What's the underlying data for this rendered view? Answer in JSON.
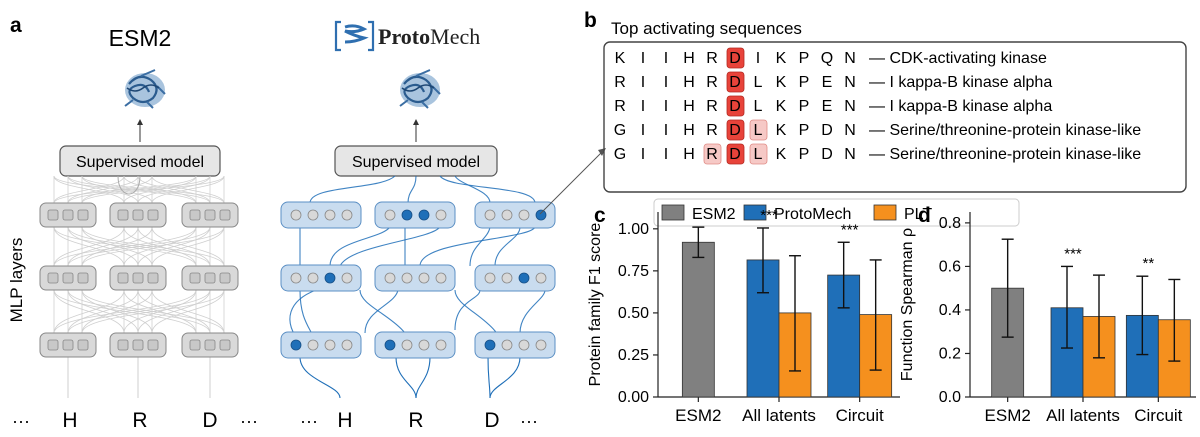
{
  "panel_a": {
    "letter": "a",
    "left_title": "ESM2",
    "right_title_proto": "Proto",
    "right_title_mech": "Mech",
    "supervised_label": "Supervised model",
    "mlp_label": "MLP layers",
    "tokens": [
      "H",
      "R",
      "D"
    ],
    "ellipsis": "···",
    "accent_color": "#1f6fb8",
    "light_fill": "#c9dcef",
    "grey_fill": "#d9d9d9"
  },
  "panel_b": {
    "letter": "b",
    "title": "Top activating sequences",
    "rows": [
      {
        "residues": [
          "K",
          "I",
          "I",
          "H",
          "R",
          "D",
          "I",
          "K",
          "P",
          "Q",
          "N"
        ],
        "highlight": {
          "5": "strong"
        },
        "label": "— CDK-activating kinase"
      },
      {
        "residues": [
          "R",
          "I",
          "I",
          "H",
          "R",
          "D",
          "L",
          "K",
          "P",
          "E",
          "N"
        ],
        "highlight": {
          "5": "strong"
        },
        "label": "— I kappa-B kinase alpha"
      },
      {
        "residues": [
          "R",
          "I",
          "I",
          "H",
          "R",
          "D",
          "L",
          "K",
          "P",
          "E",
          "N"
        ],
        "highlight": {
          "5": "strong"
        },
        "label": "— I kappa-B kinase alpha"
      },
      {
        "residues": [
          "G",
          "I",
          "I",
          "H",
          "R",
          "D",
          "L",
          "K",
          "P",
          "D",
          "N"
        ],
        "highlight": {
          "5": "strong",
          "6": "light"
        },
        "label": "— Serine/threonine-protein kinase-like"
      },
      {
        "residues": [
          "G",
          "I",
          "I",
          "H",
          "R",
          "D",
          "L",
          "K",
          "P",
          "D",
          "N"
        ],
        "highlight": {
          "4": "light",
          "5": "strong",
          "6": "light"
        },
        "label": "— Serine/threonine-protein kinase-like"
      }
    ],
    "strong_color": "#e8433a",
    "light_color": "#f6c9c6"
  },
  "legend": {
    "entries": [
      {
        "name": "ESM2",
        "color": "#808080"
      },
      {
        "name": "ProtoMech",
        "color": "#1f6fb8"
      },
      {
        "name": "PLT",
        "color": "#f5901e"
      }
    ]
  },
  "chart_data": [
    {
      "panel": "c",
      "type": "bar",
      "ylabel": "Protein family F1 score",
      "ylim": [
        0,
        1.1
      ],
      "yticks": [
        "0.00",
        "0.25",
        "0.50",
        "0.75",
        "1.00"
      ],
      "ytick_values": [
        0,
        0.25,
        0.5,
        0.75,
        1.0
      ],
      "categories": [
        "ESM2",
        "All latents",
        "Circuit"
      ],
      "series": [
        {
          "name": "ESM2",
          "color": "#808080",
          "values": [
            0.92,
            null,
            null
          ],
          "err_low": [
            0.83,
            null,
            null
          ],
          "err_high": [
            1.01,
            null,
            null
          ]
        },
        {
          "name": "ProtoMech",
          "color": "#1f6fb8",
          "values": [
            null,
            0.815,
            0.725
          ],
          "err_low": [
            null,
            0.62,
            0.53
          ],
          "err_high": [
            null,
            1.005,
            0.92
          ]
        },
        {
          "name": "PLT",
          "color": "#f5901e",
          "values": [
            null,
            0.5,
            0.49
          ],
          "err_low": [
            null,
            0.155,
            0.16
          ],
          "err_high": [
            null,
            0.84,
            0.815
          ]
        }
      ],
      "annotations": [
        "",
        "***",
        "***"
      ]
    },
    {
      "panel": "d",
      "type": "bar",
      "ylabel": "Function Spearman ρ",
      "ylim": [
        0,
        0.85
      ],
      "yticks": [
        "0.0",
        "0.2",
        "0.4",
        "0.6",
        "0.8"
      ],
      "ytick_values": [
        0,
        0.2,
        0.4,
        0.6,
        0.8
      ],
      "categories": [
        "ESM2",
        "All latents",
        "Circuit"
      ],
      "series": [
        {
          "name": "ESM2",
          "color": "#808080",
          "values": [
            0.5,
            null,
            null
          ],
          "err_low": [
            0.275,
            null,
            null
          ],
          "err_high": [
            0.725,
            null,
            null
          ]
        },
        {
          "name": "ProtoMech",
          "color": "#1f6fb8",
          "values": [
            null,
            0.41,
            0.375
          ],
          "err_low": [
            null,
            0.225,
            0.195
          ],
          "err_high": [
            null,
            0.6,
            0.555
          ]
        },
        {
          "name": "PLT",
          "color": "#f5901e",
          "values": [
            null,
            0.37,
            0.355
          ],
          "err_low": [
            null,
            0.18,
            0.165
          ],
          "err_high": [
            null,
            0.56,
            0.54
          ]
        }
      ],
      "annotations": [
        "",
        "***",
        "**"
      ]
    }
  ]
}
